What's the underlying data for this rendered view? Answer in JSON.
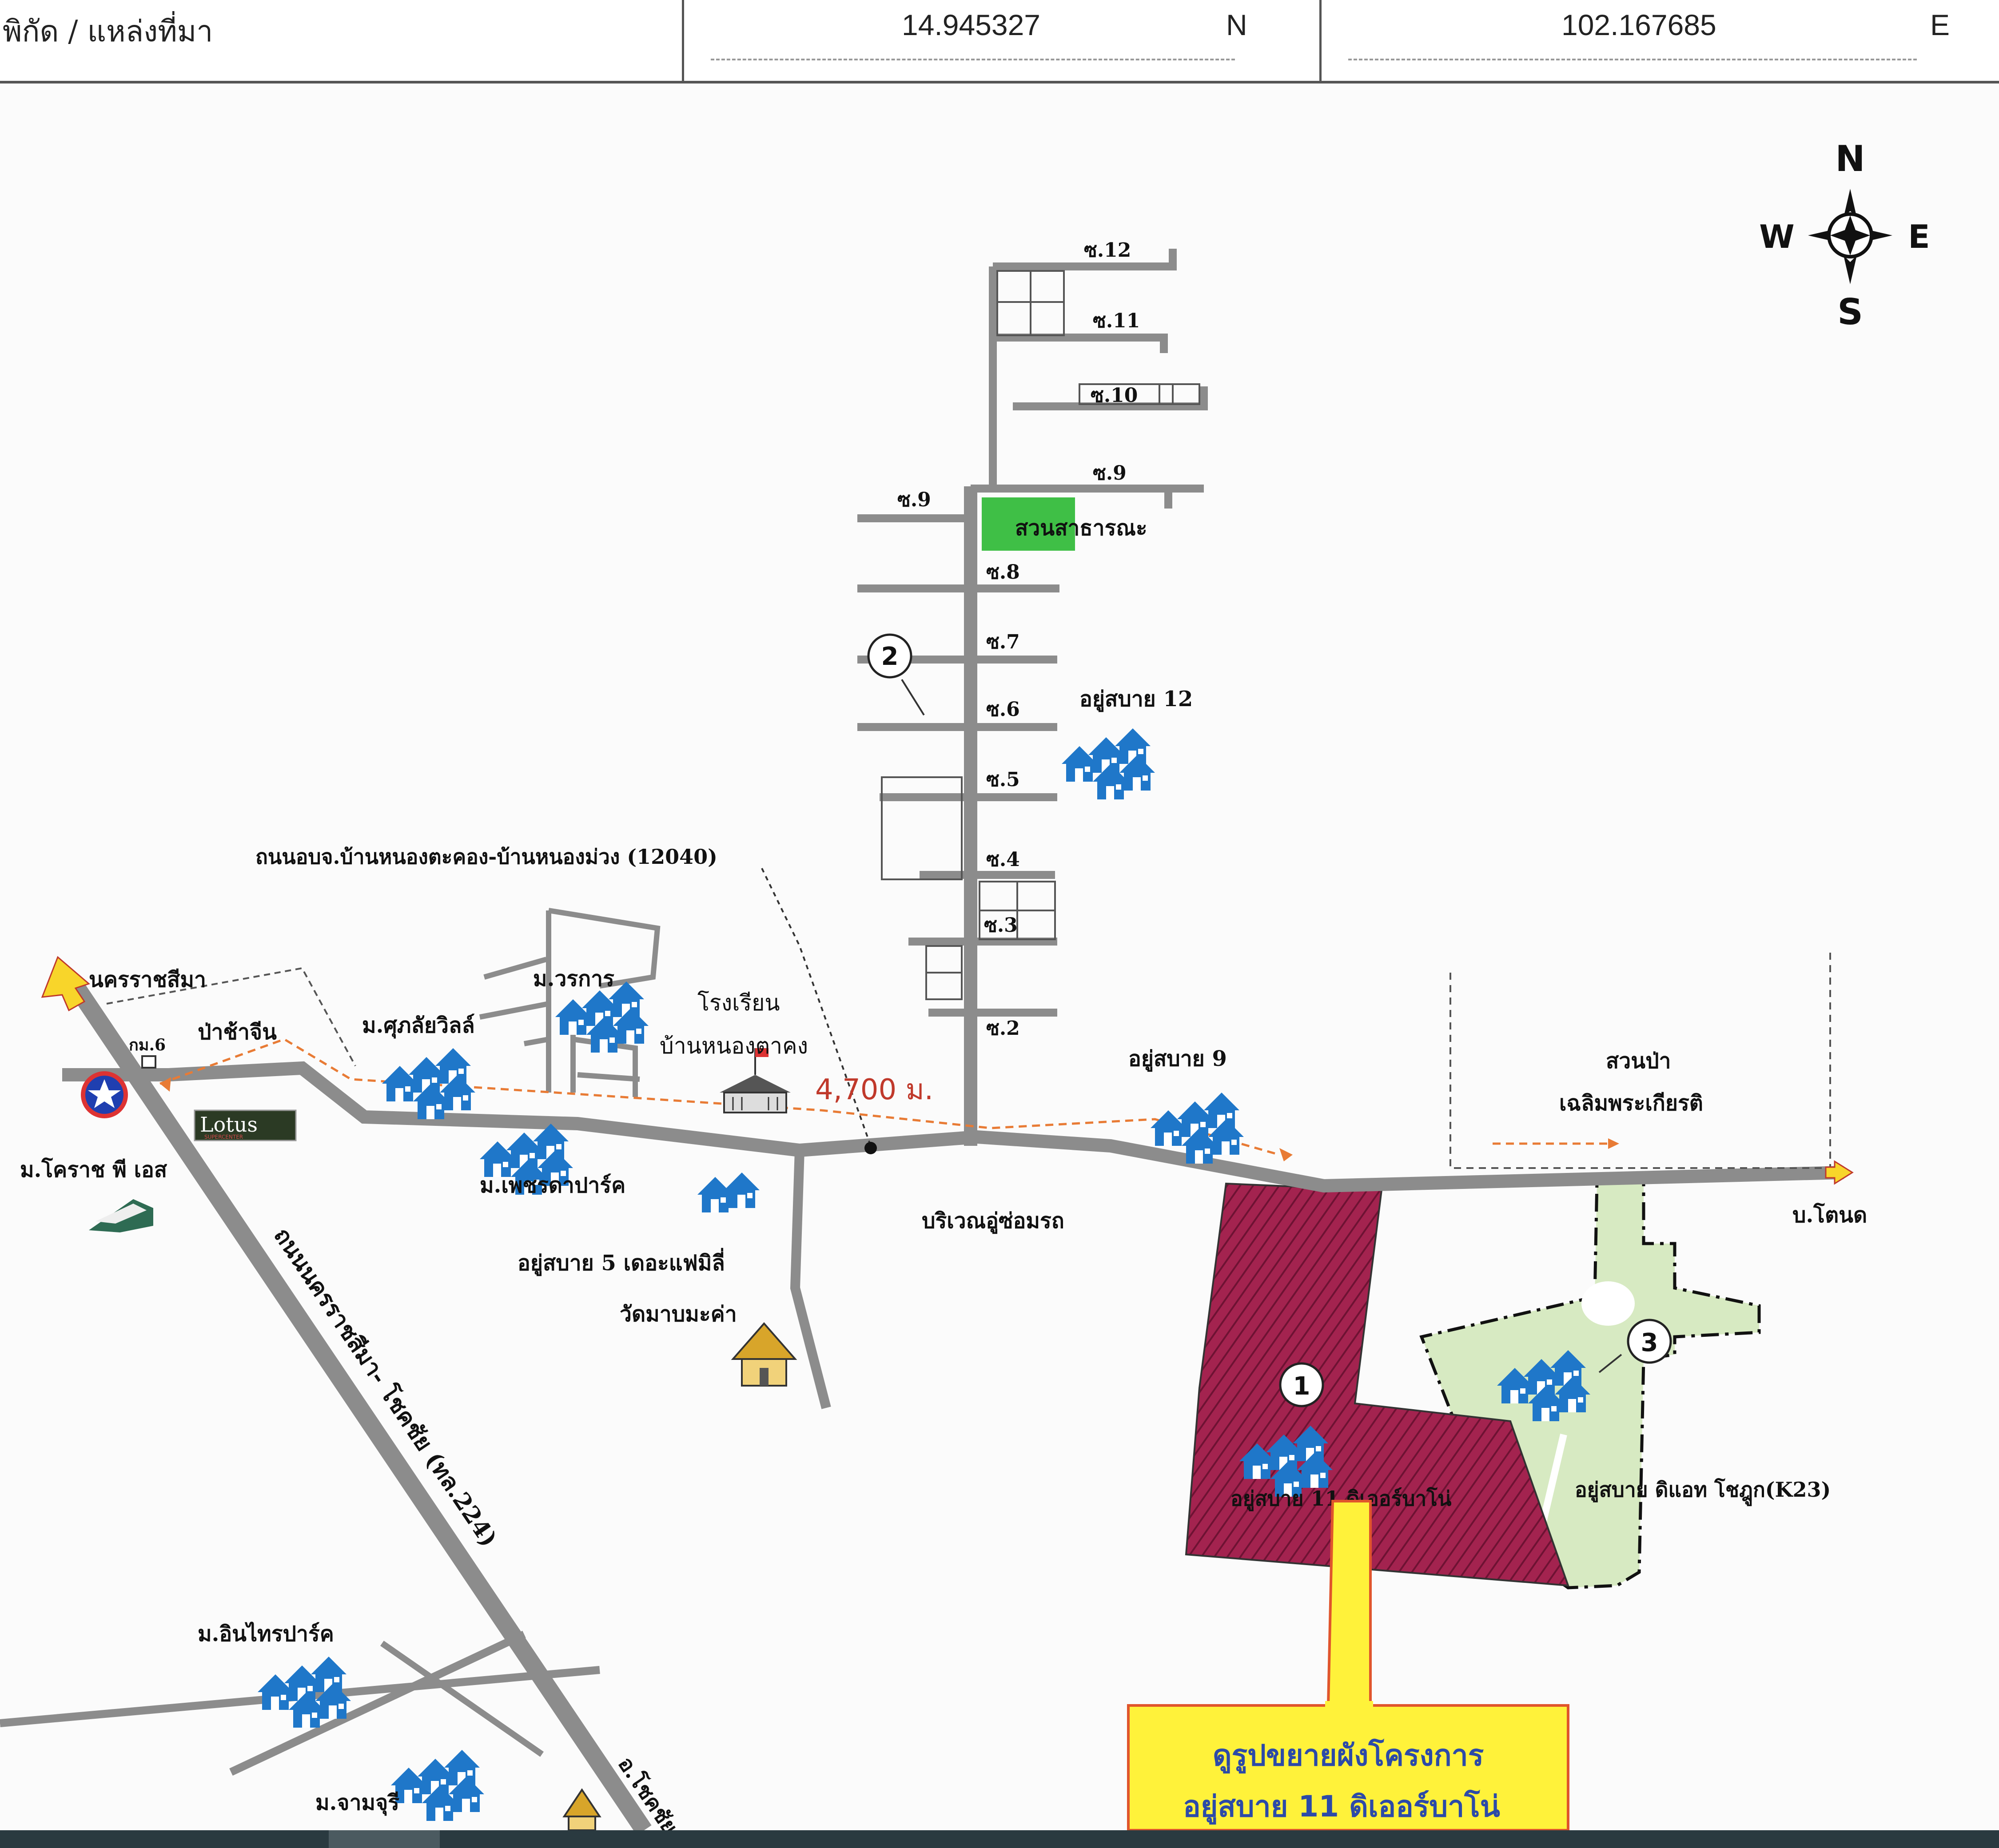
{
  "header": {
    "label": "พิกัด / แหล่งที่มา",
    "lat_value": "14.945327",
    "lat_dir": "N",
    "lon_value": "102.167685",
    "lon_dir": "E"
  },
  "compass": {
    "n": "N",
    "s": "S",
    "e": "E",
    "w": "W"
  },
  "sois": {
    "s12": "ซ.12",
    "s11": "ซ.11",
    "s10": "ซ.10",
    "s9r": "ซ.9",
    "s9l": "ซ.9",
    "s8": "ซ.8",
    "s7": "ซ.7",
    "s6": "ซ.6",
    "s5": "ซ.5",
    "s4": "ซ.4",
    "s3": "ซ.3",
    "s2": "ซ.2"
  },
  "labels": {
    "park": "สวนสาธารณะ",
    "proj12": "อยู่สบาย 12",
    "proj9": "อยู่สบาย 9",
    "road_name": "ถนนอบจ.บ้านหนองตะคอง-บ้านหนองม่วง (12040)",
    "school_1": "โรงเรียน",
    "school_2": "บ้านหนองตาคง",
    "distance": "4,700 ม.",
    "korat_city": "นครราชสีมา",
    "km6": "กม.6",
    "pacha_chin": "ป่าช้าจีน",
    "suklai": "ม.ศุภลัยวิลล์",
    "worakarn": "ม.วรการ",
    "lotus": "Lotus",
    "lotus_sub": "SUPERCENTER",
    "korat_ps": "ม.โคราช พี เอส",
    "petch": "ม.เพชรดาปาร์ค",
    "family": "อยู่สบาย 5 เดอะแฟมิลี่",
    "wat": "วัดมาบมะค่า",
    "repair": "บริเวณอู่ซ่อมรถ",
    "forest_1": "สวนป่า",
    "forest_2": "เฉลิมพระเกียรติ",
    "ban_tanot": "บ.โตนด",
    "highway": "ถนนนครราชสีมา- โชคชัย (ทล.224)",
    "proj11": "อยู่สบาย 11 ดิเออร์บาโน่",
    "k23": "อยู่สบาย ดิแอท โชฎูก(K23)",
    "inthra": "ม.อินไทรปาร์ค",
    "chamjuri": "ม.จามจุรี",
    "chokchai": "อ.โชคชัย",
    "m1": "1",
    "m2": "2",
    "m3": "3",
    "callout_1": "ดูรูปขยายผังโครงการ",
    "callout_2": "อยู่สบาย 11 ดิเออร์บาโน่"
  },
  "colors": {
    "road": "#8c8c8c",
    "project_fill": "#a3234f",
    "green_area": "#d7eac2",
    "park_green": "#3fbf46",
    "house_blue": "#1f77c9",
    "callout_bg": "#fff23a",
    "callout_border": "#e0552c",
    "callout_text": "#2c4aa8",
    "distance_red": "#c0392b",
    "arrow_yellow": "#f8d52a"
  },
  "icons": [
    "house-icon",
    "gas-station-icon",
    "school-icon",
    "temple-icon",
    "factory-icon",
    "compass-icon"
  ]
}
